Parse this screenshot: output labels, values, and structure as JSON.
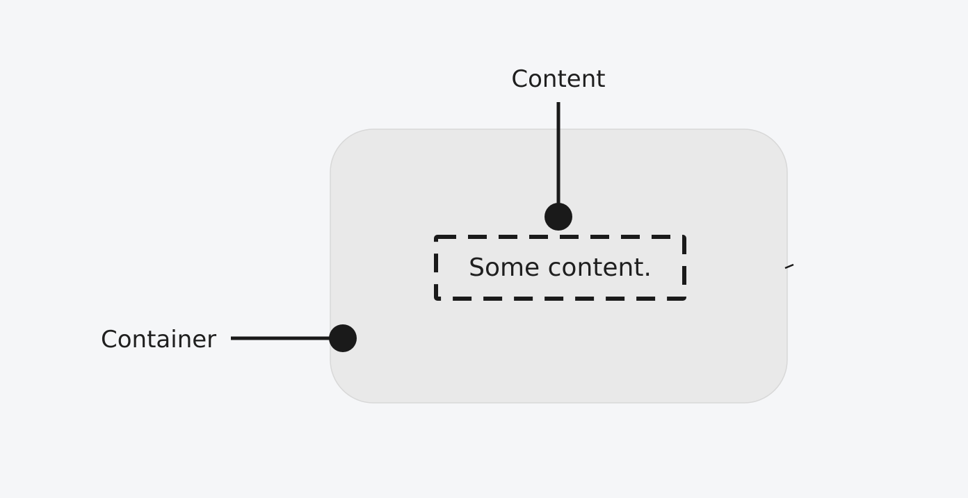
{
  "diagram": {
    "labels": {
      "content": "Content",
      "container": "Container"
    },
    "content_text": "Some content.",
    "colors": {
      "background": "#f5f6f8",
      "container_fill": "#e9e9e9",
      "container_stroke": "#d8d8d8",
      "line": "#1a1a1a",
      "text": "#1f1f1f"
    }
  }
}
